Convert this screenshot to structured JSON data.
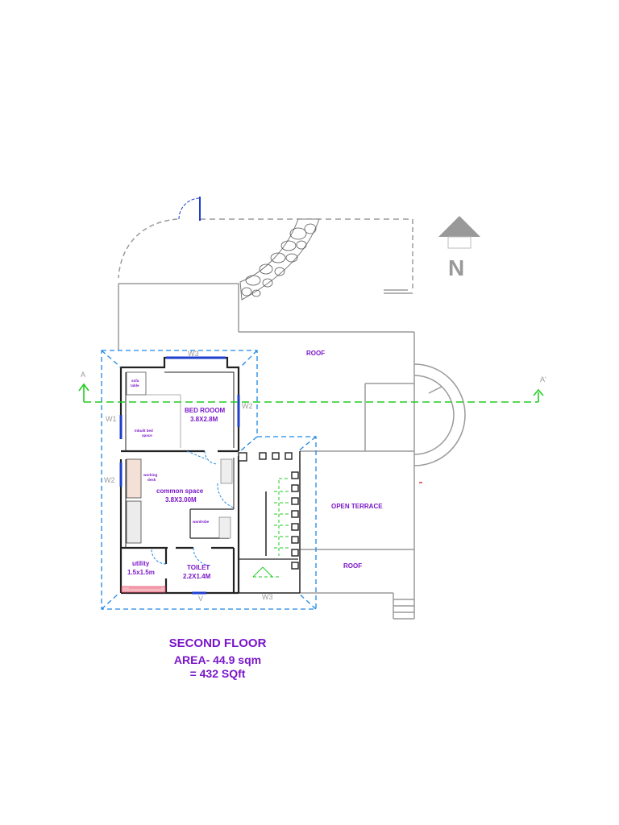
{
  "labels": {
    "roof_top": "ROOF",
    "roof_bottom": "ROOF",
    "open_terrace": "OPEN TERRACE",
    "bedroom_name": "BED ROOOM",
    "bedroom_size": "3.8X2.8M",
    "common_name": "common space",
    "common_size": "3.8X3.00M",
    "utility_name": "utility",
    "utility_size": "1.5x1.5m",
    "toilet_name": "TOILET",
    "toilet_size": "2.2X1.4M",
    "sofa_l1": "sofa",
    "sofa_l2": "table",
    "bed_l1": "Inbuilt bed",
    "bed_l2": "space",
    "desk_l1": "working",
    "desk_l2": "desk",
    "wardrobe": "wardrobe"
  },
  "windows": {
    "w3_top": "W3",
    "w1": "W1",
    "w2_right": "W2",
    "w2_left": "W2",
    "w3_bottom": "W3",
    "v": "V"
  },
  "section": {
    "left": "A",
    "right": "A'"
  },
  "north": {
    "letter": "N"
  },
  "caption": {
    "title": "SECOND FLOOR",
    "area": "AREA- 44.9 sqm",
    "sqft": "= 432 SQft"
  },
  "colors": {
    "walls": "#222222",
    "outline": "#999999",
    "dashed_plan": "#1e88e5",
    "section_line": "#22cc22",
    "labels": "#7a16c8",
    "window": "#1e3fcc"
  }
}
